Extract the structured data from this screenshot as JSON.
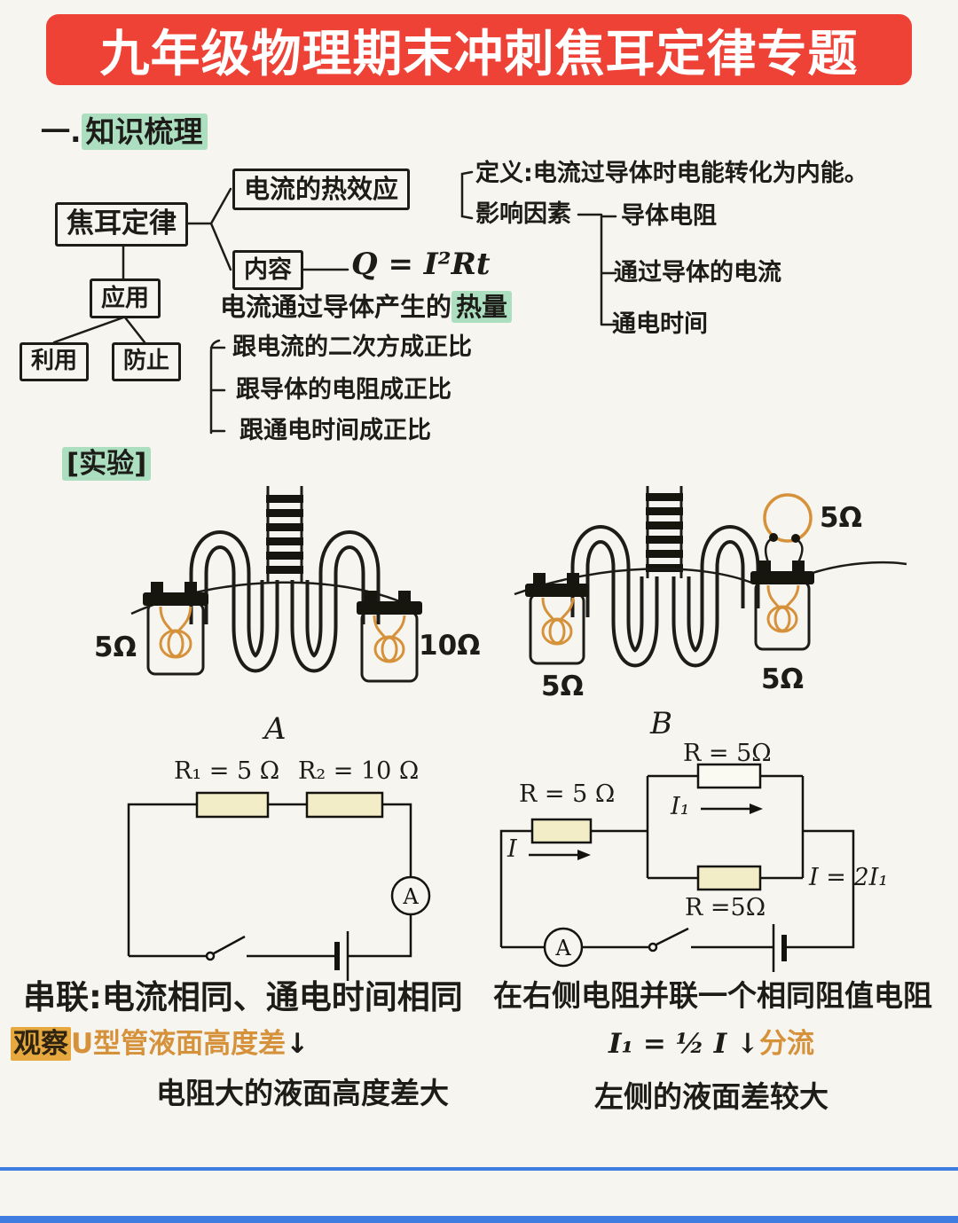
{
  "colors": {
    "banner_red": "#ee4237",
    "highlight_green": "#abdfc0",
    "accent_orange": "#d6913b",
    "resistor_fill": "#f2edc6",
    "divider_blue": "#3f7de0"
  },
  "page": {
    "title": "九年级物理期末冲刺焦耳定律专题"
  },
  "outline": {
    "prefix": "一.",
    "heading": "知识梳理"
  },
  "mindmap": {
    "root": "焦耳定律",
    "heat_effect": "电流的热效应",
    "definition": "定义:电流过导体时电能转化为内能。",
    "factors_label": "影响因素",
    "factors": [
      "导体电阻",
      "通过导体的电流",
      "通电时间"
    ],
    "content_label": "内容",
    "formula": "Q = I²Rt",
    "application": "应用",
    "use": "利用",
    "prevent": "防止",
    "heat_prefix": "电流通过导体产生的",
    "heat_highlight": "热量",
    "proportional": [
      "跟电流的二次方成正比",
      "跟导体的电阻成正比",
      "跟通电时间成正比"
    ]
  },
  "experiment": {
    "heading": "[实验]",
    "apparatus_a": {
      "left_resistor": "5Ω",
      "right_resistor": "10Ω",
      "label": "A"
    },
    "apparatus_b": {
      "left_resistor": "5Ω",
      "right_resistor": "5Ω",
      "top_resistor": "5Ω",
      "label": "B"
    }
  },
  "circuit_series": {
    "r1": "R₁ = 5 Ω",
    "r2": "R₂ = 10 Ω",
    "ammeter": "A"
  },
  "circuit_parallel": {
    "r_main": "R = 5 Ω",
    "r_top": "R = 5Ω",
    "r_bottom": "R =5Ω",
    "current_main": "I",
    "current_branch": "I₁",
    "current_relation": "I = 2I₁",
    "ammeter": "A"
  },
  "notes_left": {
    "line1": "串联:电流相同、通电时间相同",
    "line2_highlight": "观察",
    "line2_orange": "U型管液面高度差",
    "line2_arrow": "↓",
    "line3": "电阻大的液面高度差大"
  },
  "notes_right": {
    "line1": "在右侧电阻并联一个相同阻值电阻",
    "line2_formula": "I₁ = ½ I ↓",
    "line2_orange": "分流",
    "line3": "左侧的液面差较大"
  }
}
